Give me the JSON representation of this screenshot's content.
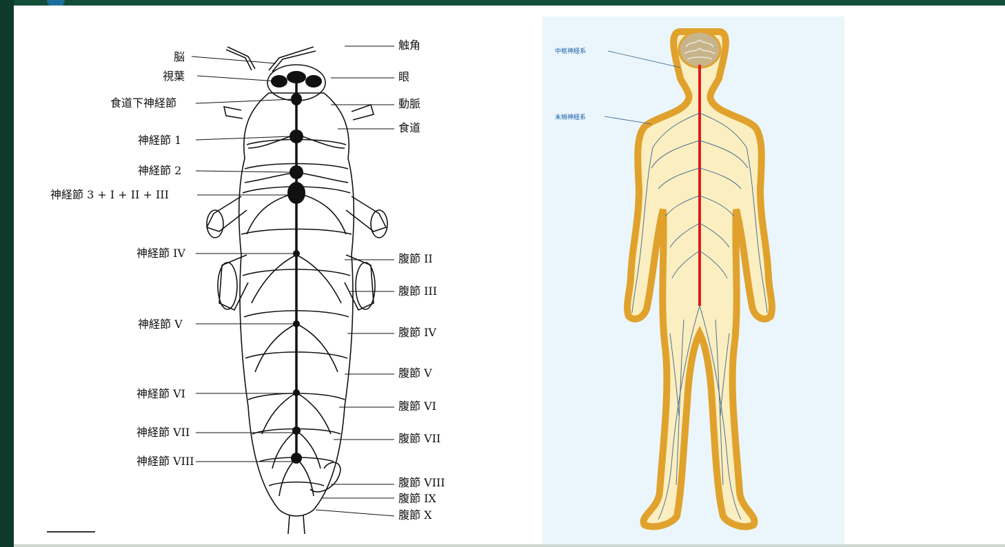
{
  "insect": {
    "left_labels": [
      "脳",
      "視葉",
      "食道下神経節",
      "神経節 1",
      "神経節 2",
      "神経節 3 + I + II + III",
      "神経節 IV",
      "神経節 V",
      "神経節 VI",
      "神経節 VII",
      "神経節 VIII"
    ],
    "right_labels": [
      "触角",
      "眼",
      "動脈",
      "食道",
      "腹節 II",
      "腹節 III",
      "腹節 IV",
      "腹節 V",
      "腹節 VI",
      "腹節 VII",
      "腹節 VIII",
      "腹節 IX",
      "腹節 X"
    ]
  },
  "human": {
    "central_label": "中枢神経系",
    "peripheral_label": "末梢神経系",
    "colors": {
      "body_outline": "#e0a22c",
      "body_fill": "#fbeec0",
      "spinal_cord": "#e01b1b",
      "nerves": "#2c5a8a",
      "brain": "#c8b48a"
    }
  }
}
